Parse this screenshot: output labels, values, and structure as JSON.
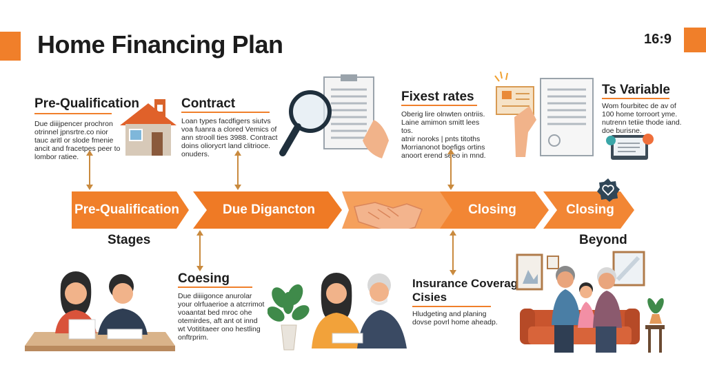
{
  "header": {
    "title": "Home Financing Plan",
    "aspect_ratio": "16:9",
    "accent_color": "#f07f2a"
  },
  "top_blocks": [
    {
      "heading": "Pre-Qualification",
      "text": "Due diiijpencer prochron\notrinnel jpnsrtre.co nior\ntauc aritl or slode fmenie\nancit and fracetpes peer to\nlombor ratiee."
    },
    {
      "heading": "Contract",
      "text": "Loan types  facdfigers siutvs\nvoa fuanra a clored Vemics of\nann strooll ties 3988. Contract\ndoins oliorycrt land clitrioce.\nonuders."
    },
    {
      "heading": "Fixest rates",
      "text": "Oberig lire olnwten ontriis.\nLaine amimon smitt lees tos.\natnir noroks | pnts titoths\nMorrianonot boefigs ortins\nanoort erend seeo in mnd."
    },
    {
      "heading": "Ts Variable",
      "text": "Wom fourbitec de av of\n100 home torroort yme.\nnutrenn tetiie thode iand.\ndoe burisne."
    }
  ],
  "stages": [
    {
      "label": "Pre-Qualification",
      "color": "#f07f2a"
    },
    {
      "label": "Due Digancton",
      "color": "#f07f2a"
    },
    {
      "label": "Closing",
      "color": "#f07f2a"
    },
    {
      "label": "Closing",
      "color": "#f07f2a"
    }
  ],
  "under_labels": {
    "left": "Stages",
    "right": "Beyond"
  },
  "bottom_blocks": [
    {
      "heading": "Coesing",
      "text": "Due diiiigonce anurolar\nyour olrfuaerioe a atcrrimot\nvoaantat bed mroc ohe\notemirdes, aft ant ot innd\nwt Votititaeer ono hestling\nonftrprim."
    },
    {
      "heading": "Insurance Coverage\nCisies",
      "text": "Hludgeting and planing\ndovse povrl home aheadp."
    }
  ],
  "icons": [
    "house-icon",
    "magnifier-document-icon",
    "hand-document-icon",
    "handshake-icon",
    "heart-badge-icon",
    "plant-icon",
    "family-icon"
  ]
}
